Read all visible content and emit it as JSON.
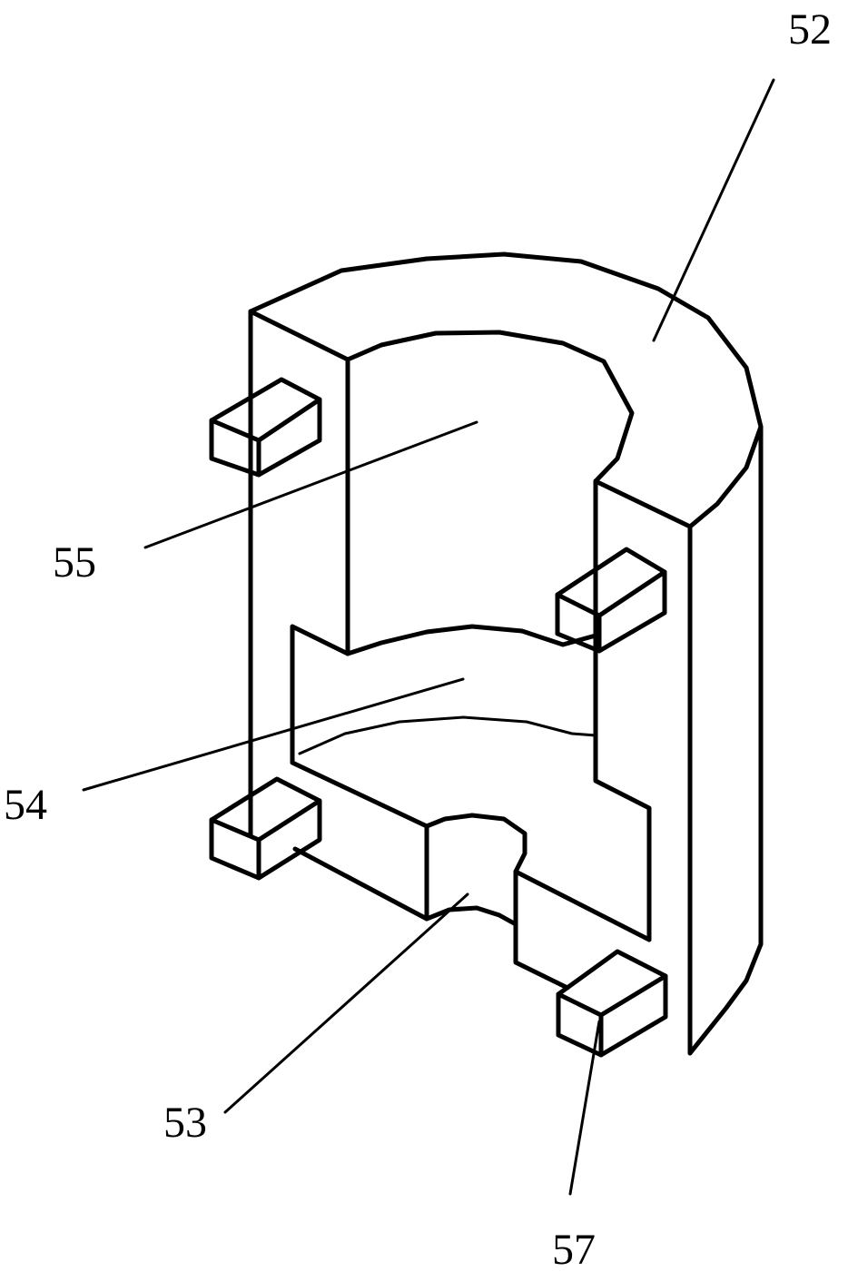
{
  "labels": {
    "ring_top": "52",
    "bottom_hole": "53",
    "middle_band": "54",
    "upper_cavity": "55",
    "lug": "57"
  },
  "colors": {
    "ink": "#000000",
    "background": "#ffffff"
  }
}
